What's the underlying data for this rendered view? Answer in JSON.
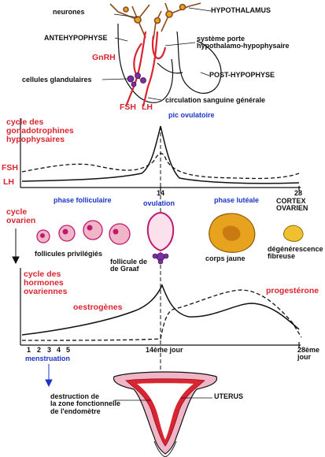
{
  "colors": {
    "red": "#d8252f",
    "blue": "#1c34c8",
    "dark": "#111111",
    "magenta": "#c0186e",
    "orange": "#e8a31e",
    "purple": "#7a2ea0",
    "pink": "#f0b6c8"
  },
  "anatomy": {
    "neurones": "neurones",
    "hypothalamus": "HYPOTHALAMUS",
    "antehypophyse": "ANTEHYPOPHYSE",
    "systeme_porte": "système porte\nhypothalamo-hypophysaire",
    "gnrh": "GnRH",
    "cellules": "cellules glandulaires",
    "post_hypophyse": "POST-HYPOPHYSE",
    "fsh": "FSH",
    "lh": "LH",
    "circulation": "circulation sanguine générale"
  },
  "gonado": {
    "title": "cycle des\ngonadotrophines\nhypophysaires",
    "pic": "pic ovulatoire",
    "fsh": "FSH",
    "lh": "LH",
    "tick_14": "14",
    "tick_28": "28"
  },
  "ovarian": {
    "cycle_label": "cycle\novarien",
    "phase_folliculaire": "phase folliculaire",
    "ovulation": "ovulation",
    "phase_luteale": "phase lutéale",
    "cortex": "CORTEX\nOVARIEN",
    "follicules": "follicules privilégiés",
    "graaf": "follicule de\nde Graaf",
    "corps_jaune": "corps jaune",
    "degenerescence": "dégénérescence\nfibreuse"
  },
  "hormones": {
    "title": "cycle des\nhormones\novariennes",
    "oestrogenes": "oestrogènes",
    "progesterone": "progestérone",
    "tick_14": "14ème jour",
    "tick_28": "28ème\njour",
    "days": [
      "1",
      "2",
      "3",
      "4",
      "5"
    ],
    "menstruation": "menstruation"
  },
  "uterus": {
    "destruction": "destruction de\nla zone fonctionnelle\nde l'endomètre",
    "label": "UTERUS"
  }
}
